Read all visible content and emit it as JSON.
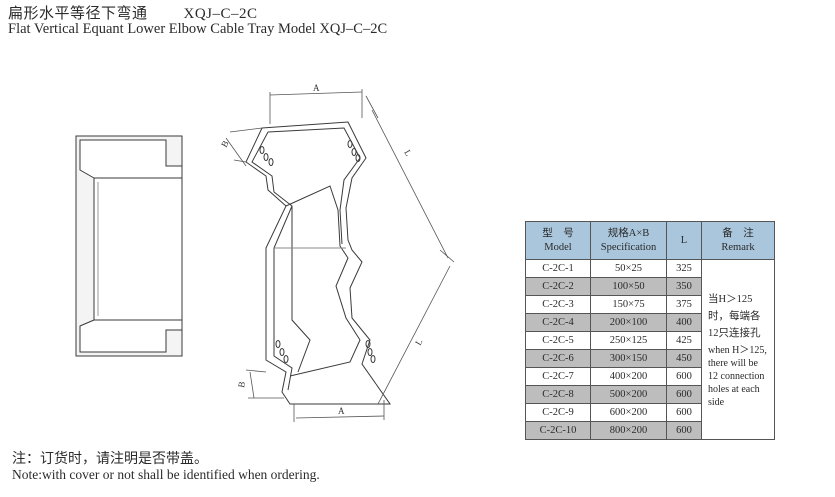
{
  "title": {
    "chinese": "扁形水平等径下弯通",
    "code": "XQJ–C–2C",
    "english": "Flat Vertical Equant Lower Elbow Cable Tray Model XQJ–C–2C"
  },
  "drawing": {
    "dim_a_top": "A",
    "dim_b_top": "B",
    "dim_l_upper": "L",
    "dim_l_lower": "L",
    "dim_a_bottom": "A",
    "dim_b_bottom": "B"
  },
  "table": {
    "headers": {
      "model_cn": "型　号",
      "model_en": "Model",
      "spec_cn": "规格A×B",
      "spec_en": "Specification",
      "l": "L",
      "remark_cn": "备　注",
      "remark_en": "Remark"
    },
    "rows": [
      {
        "model": "C-2C-1",
        "spec": "50×25",
        "l": "325"
      },
      {
        "model": "C-2C-2",
        "spec": "100×50",
        "l": "350"
      },
      {
        "model": "C-2C-3",
        "spec": "150×75",
        "l": "375"
      },
      {
        "model": "C-2C-4",
        "spec": "200×100",
        "l": "400"
      },
      {
        "model": "C-2C-5",
        "spec": "250×125",
        "l": "425"
      },
      {
        "model": "C-2C-6",
        "spec": "300×150",
        "l": "450"
      },
      {
        "model": "C-2C-7",
        "spec": "400×200",
        "l": "600"
      },
      {
        "model": "C-2C-8",
        "spec": "500×200",
        "l": "600"
      },
      {
        "model": "C-2C-9",
        "spec": "600×200",
        "l": "600"
      },
      {
        "model": "C-2C-10",
        "spec": "800×200",
        "l": "600"
      }
    ],
    "remark_cn": "当H＞125时，每端各12只连接孔",
    "remark_en": "when H＞125, there will be 12 connection holes at each side"
  },
  "note": {
    "chinese": "注：订货时，请注明是否带盖。",
    "english": "Note:with cover or not shall be identified when ordering."
  }
}
